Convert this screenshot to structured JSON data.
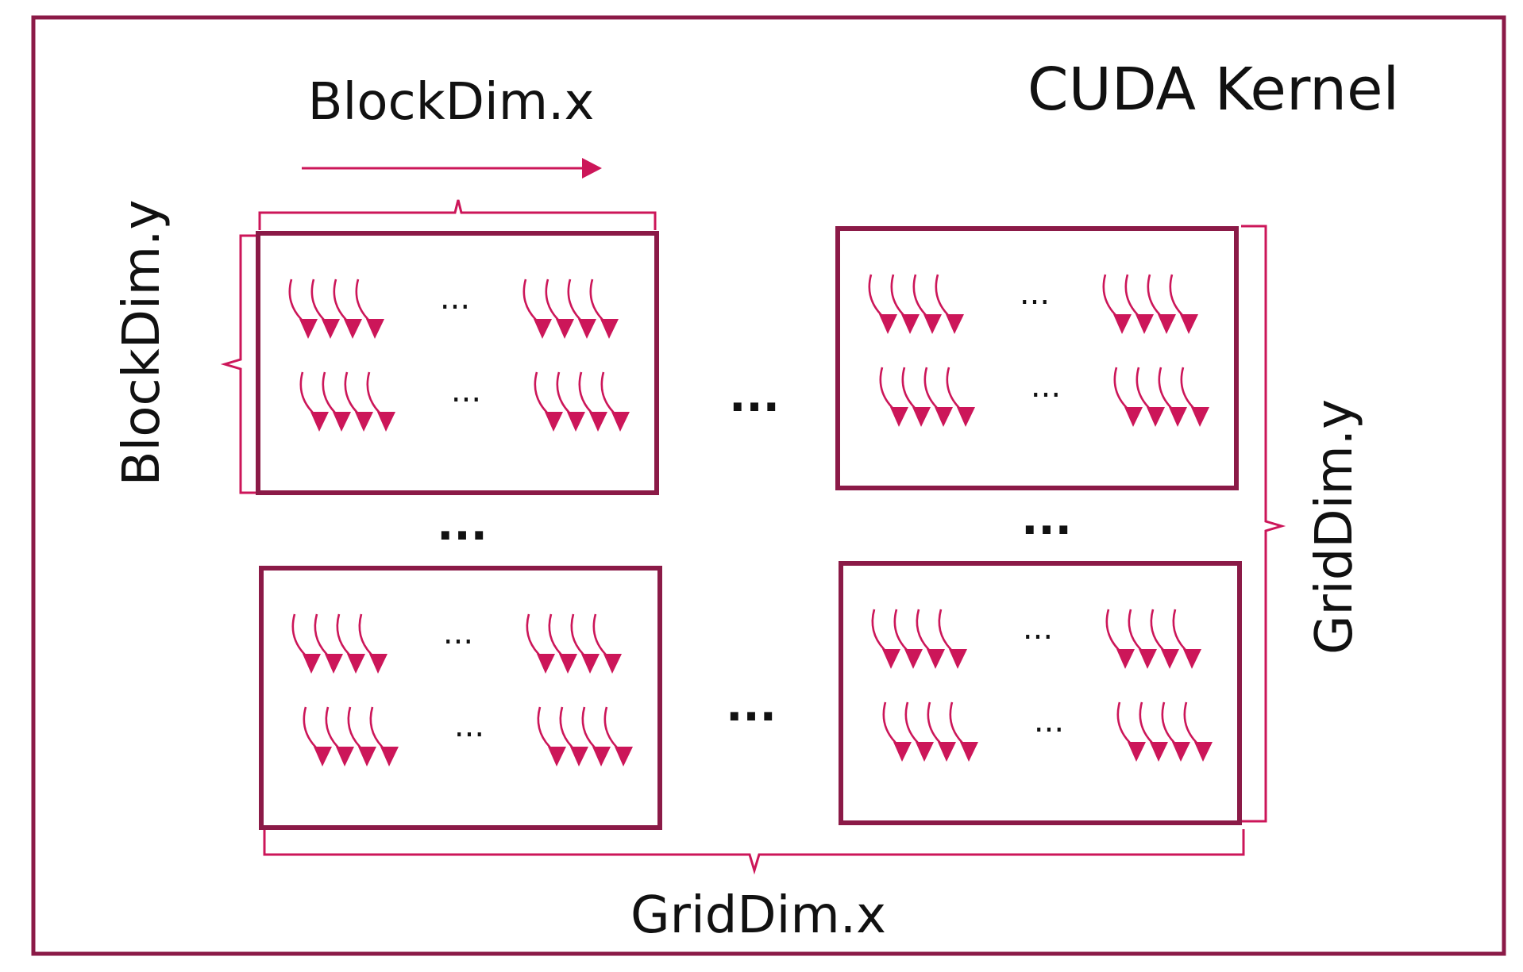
{
  "title": "CUDA Kernel",
  "labels": {
    "block_dim_x": "BlockDim.x",
    "block_dim_y": "BlockDim.y",
    "grid_dim_x": "GridDim.x",
    "grid_dim_y": "GridDim.y"
  },
  "ellipsis": "...",
  "grid": {
    "blocks_shown": 4,
    "thread_rows_per_block": 2,
    "thread_groups_per_row": 2,
    "threads_per_group": 4
  },
  "colors": {
    "frame": "#8b1a47",
    "accent": "#cc1659",
    "text": "#111111"
  }
}
